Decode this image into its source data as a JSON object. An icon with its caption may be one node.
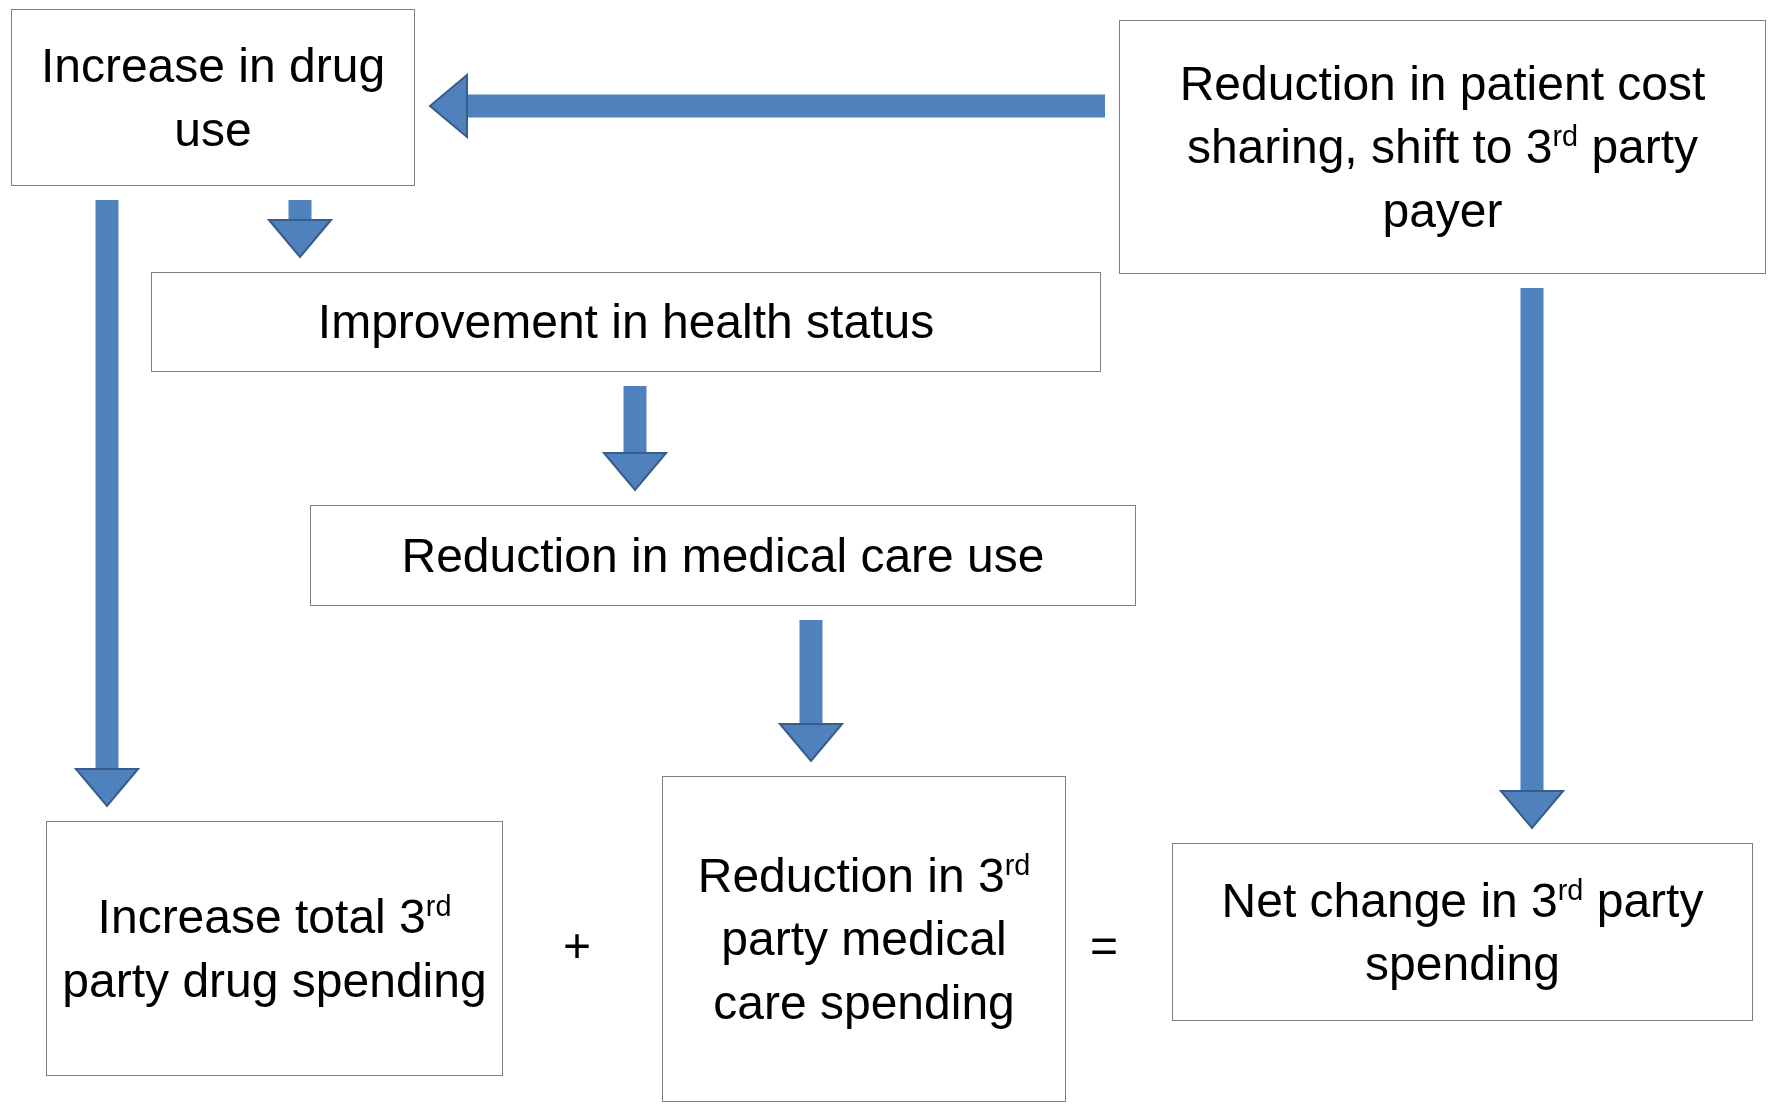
{
  "diagram": {
    "nodes": [
      {
        "text": [
          "Increase in drug use"
        ]
      },
      {
        "text": [
          "Reduction in patient cost sharing, shift to 3$^{rd}$ party payer"
        ]
      },
      {
        "text": [
          "Improvement in health status"
        ]
      },
      {
        "text": [
          "Reduction in medical care use"
        ]
      },
      {
        "text": [
          "Increase total 3$^{rd}$ party drug spending"
        ]
      },
      {
        "text": [
          "Reduction in 3$^{rd}$ party medical care spending"
        ]
      },
      {
        "text": [
          "Net change in 3$^{rd}$ party spending"
        ]
      }
    ],
    "edges": [
      {
        "from": 1,
        "to": 0,
        "arrow": "to"
      },
      {
        "from": 0,
        "to": 4,
        "arrow": "to"
      },
      {
        "from": 0,
        "to": 2,
        "arrow": "to"
      },
      {
        "from": 2,
        "to": 3,
        "arrow": "to"
      },
      {
        "from": 3,
        "to": 5,
        "arrow": "to"
      },
      {
        "from": 1,
        "to": 6,
        "arrow": "to"
      }
    ],
    "labels": [
      "+",
      "="
    ]
  }
}
